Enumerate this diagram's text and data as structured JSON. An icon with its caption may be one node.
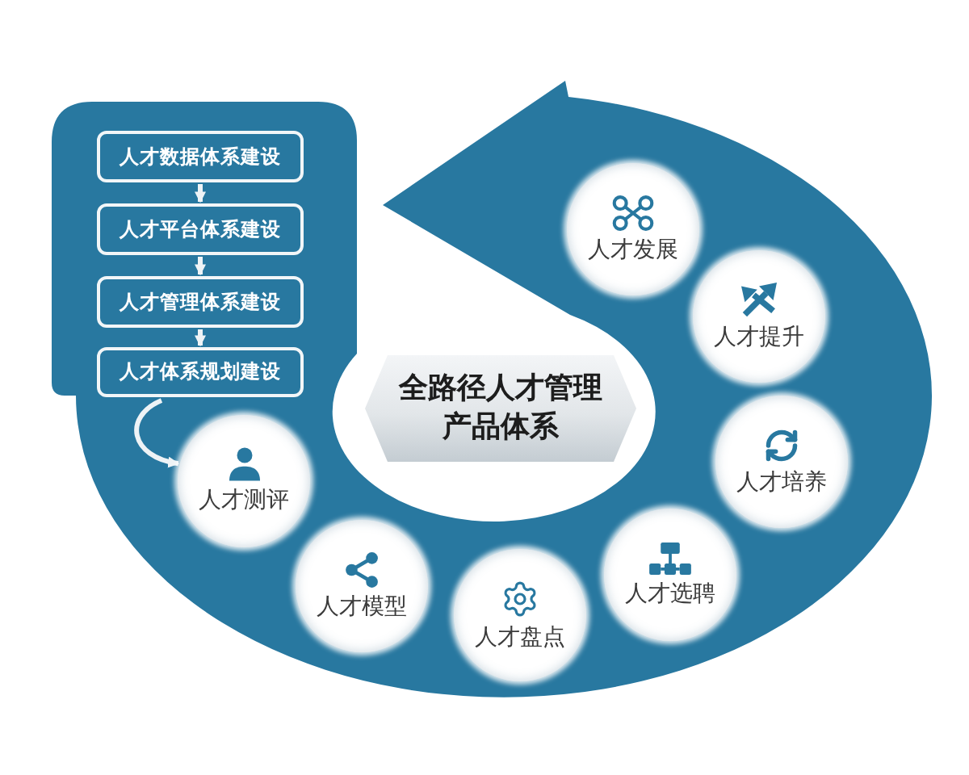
{
  "diagram": {
    "nodes": [
      {
        "text": [
          "人才数据体系建设"
        ]
      },
      {
        "text": [
          "人才平台体系建设"
        ]
      },
      {
        "text": [
          "人才管理体系建设"
        ]
      },
      {
        "text": [
          "人才体系规划建设"
        ]
      },
      {
        "text": [
          "人才测评"
        ]
      },
      {
        "text": [
          "人才模型"
        ]
      },
      {
        "text": [
          "人才盘点"
        ]
      },
      {
        "text": [
          "人才选聘"
        ]
      },
      {
        "text": [
          "人才培养"
        ]
      },
      {
        "text": [
          "人才提升"
        ]
      },
      {
        "text": [
          "人才发展"
        ]
      },
      {
        "text": [
          "全路径人才管理产品体系"
        ]
      }
    ],
    "edges": [
      {
        "from": 0,
        "to": 1,
        "arrow": "to"
      },
      {
        "from": 1,
        "to": 2,
        "arrow": "to"
      },
      {
        "from": 2,
        "to": 3,
        "arrow": "to"
      },
      {
        "from": 3,
        "to": 4,
        "arrow": "to"
      }
    ]
  }
}
